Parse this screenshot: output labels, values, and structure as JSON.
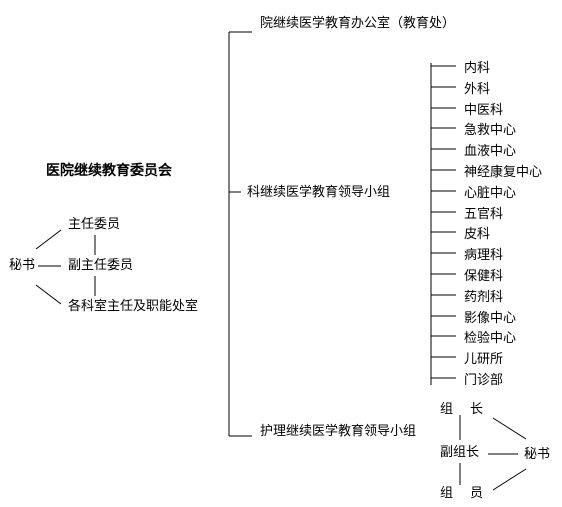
{
  "committee": {
    "title": "医院继续教育委员会",
    "secretary": "秘书",
    "director_member": "主任委员",
    "deputy_director_member": "副主任委员",
    "department_heads": "各科室主任及职能处室"
  },
  "branches": {
    "office": "院继续医学教育办公室（教育处）",
    "dept_group": "科继续医学教育领导小组",
    "nursing_group": "护理继续医学教育领导小组"
  },
  "departments": [
    "内科",
    "外科",
    "中医科",
    "急救中心",
    "血液中心",
    "神经康复中心",
    "心脏中心",
    "五官科",
    "皮科",
    "病理科",
    "保健科",
    "药剂科",
    "影像中心",
    "检验中心",
    "儿研所",
    "门诊部"
  ],
  "nursing": {
    "leader_part1": "组",
    "leader_part2": "长",
    "deputy_leader": "副组长",
    "member_part1": "组",
    "member_part2": "员",
    "secretary": "秘书"
  }
}
